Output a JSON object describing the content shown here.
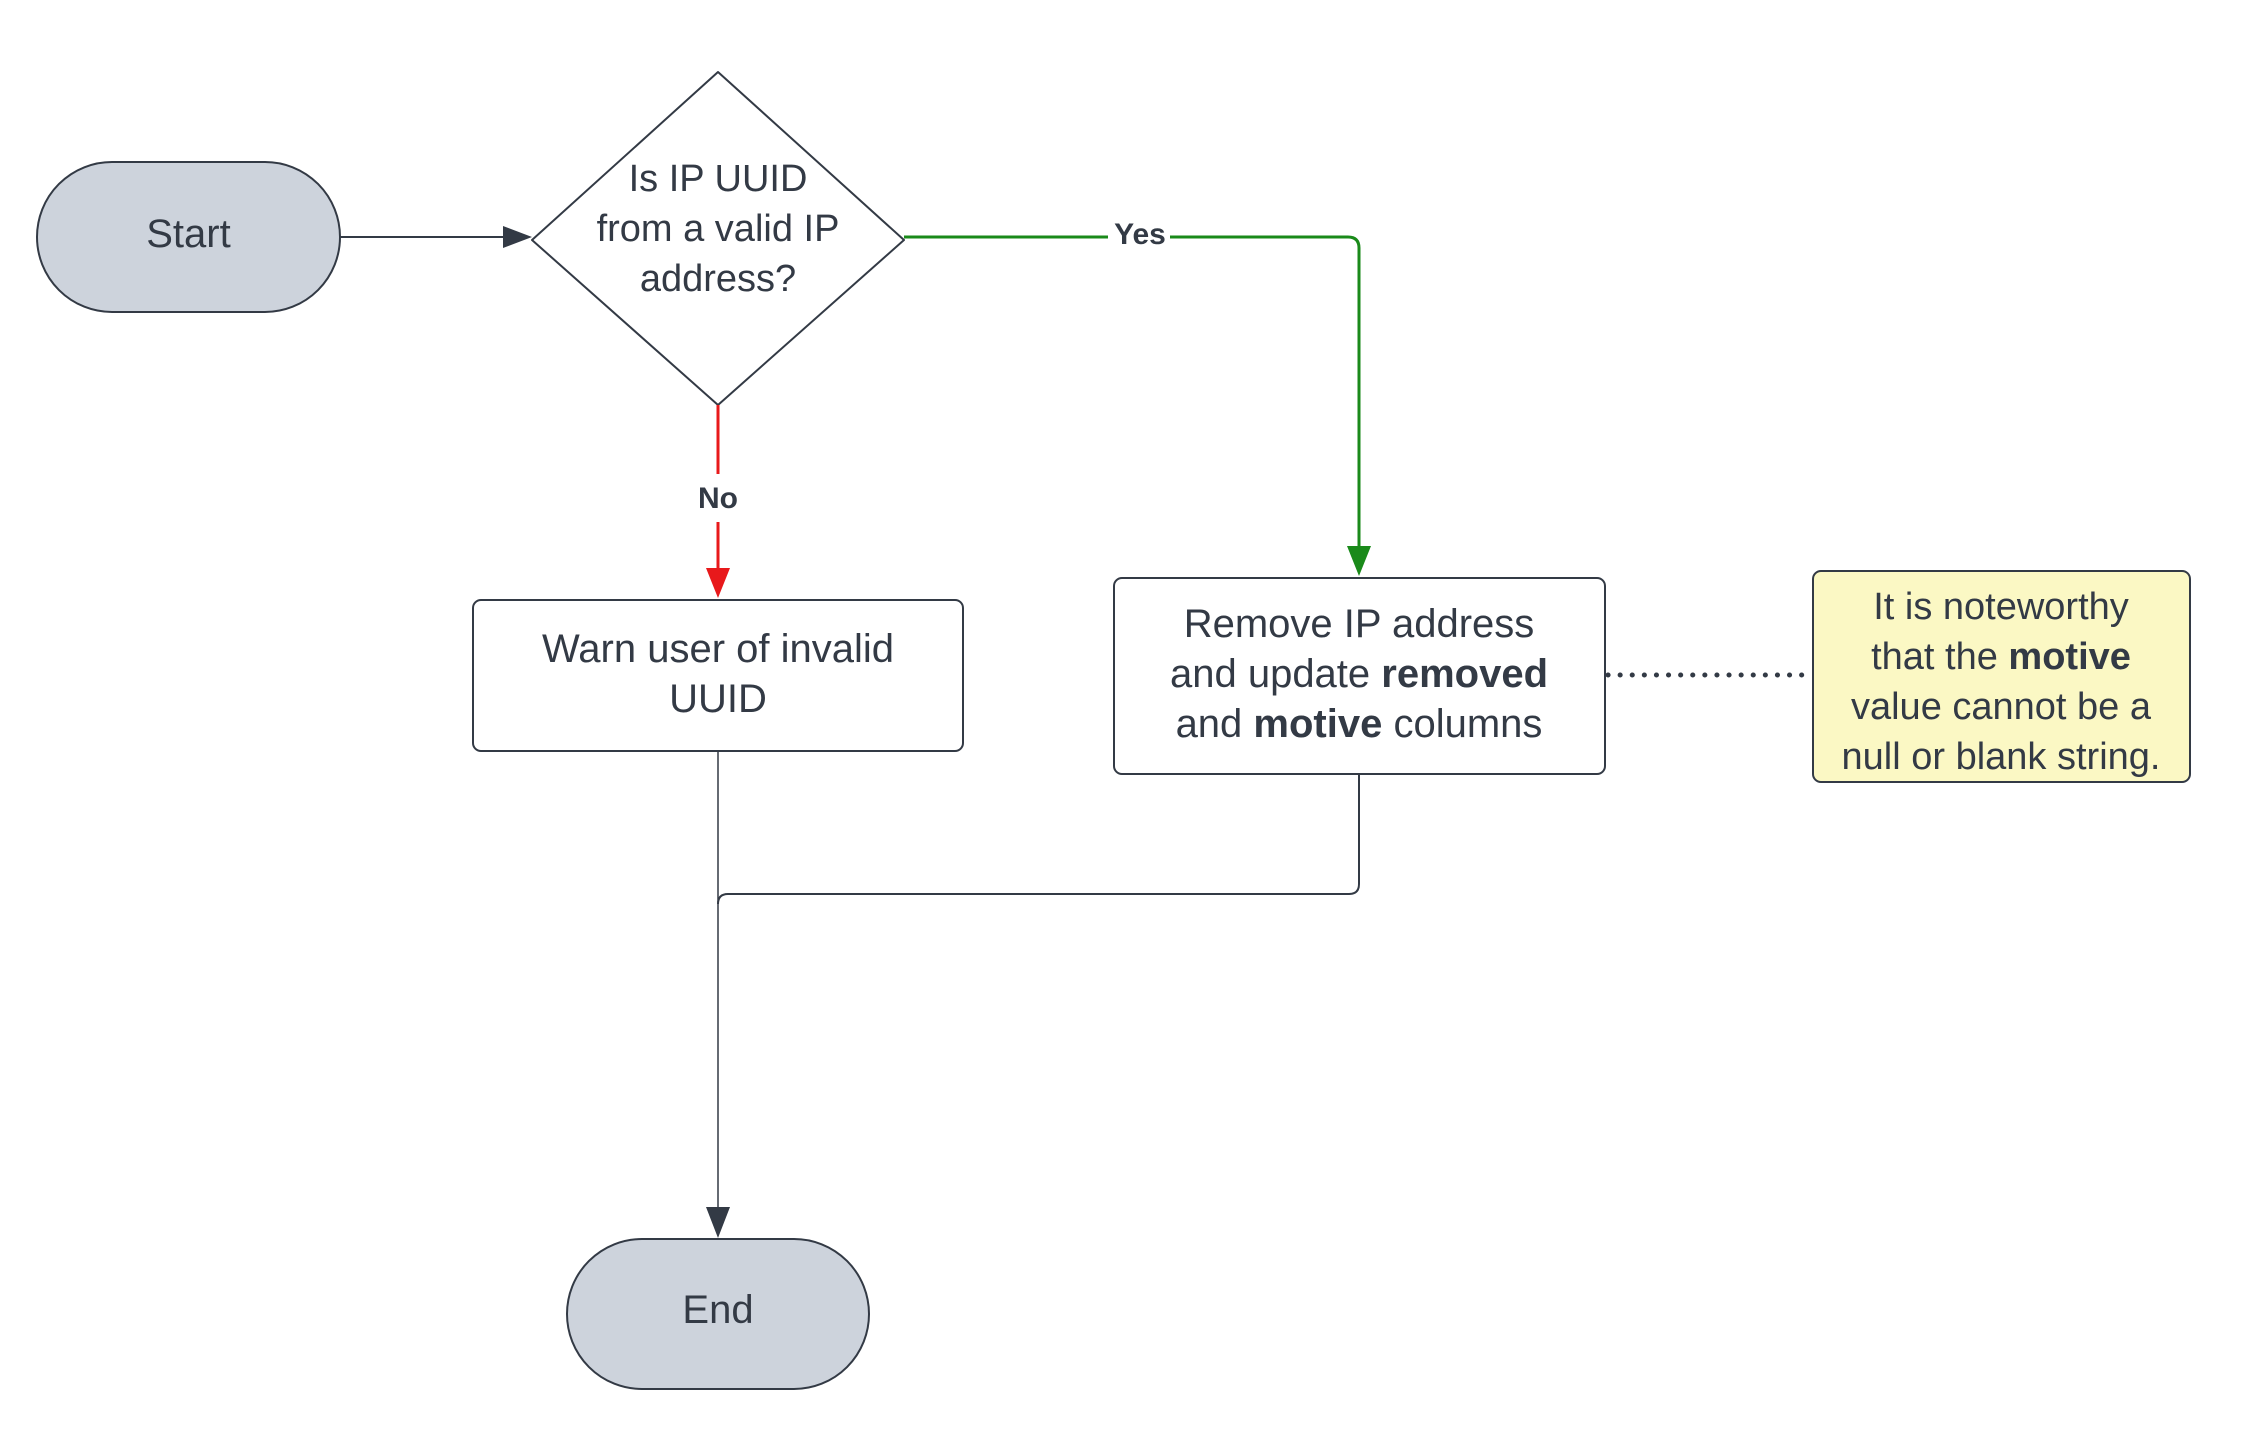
{
  "diagram": {
    "start": {
      "label": "Start"
    },
    "decision": {
      "lines": [
        "Is IP UUID",
        "from a valid IP",
        "address?"
      ]
    },
    "yes_label": "Yes",
    "no_label": "No",
    "warn": {
      "lines": [
        "Warn user of invalid",
        "UUID"
      ]
    },
    "remove": {
      "line1": "Remove IP address",
      "line2_pre": "and update ",
      "line2_bold": "removed",
      "line3_pre": "and ",
      "line3_bold": "motive",
      "line3_post": " columns"
    },
    "note": {
      "line1": "It is noteworthy",
      "line2_pre": "that the ",
      "line2_bold": "motive",
      "line3": "value cannot be a",
      "line4": "null or blank string."
    },
    "end": {
      "label": "End"
    }
  },
  "colors": {
    "terminal_fill": "#cdd3dc",
    "note_fill": "#fbf8c4",
    "stroke": "#333a45",
    "yes_line": "#1a8a1a",
    "no_line": "#e8191b",
    "text": "#333a45"
  }
}
